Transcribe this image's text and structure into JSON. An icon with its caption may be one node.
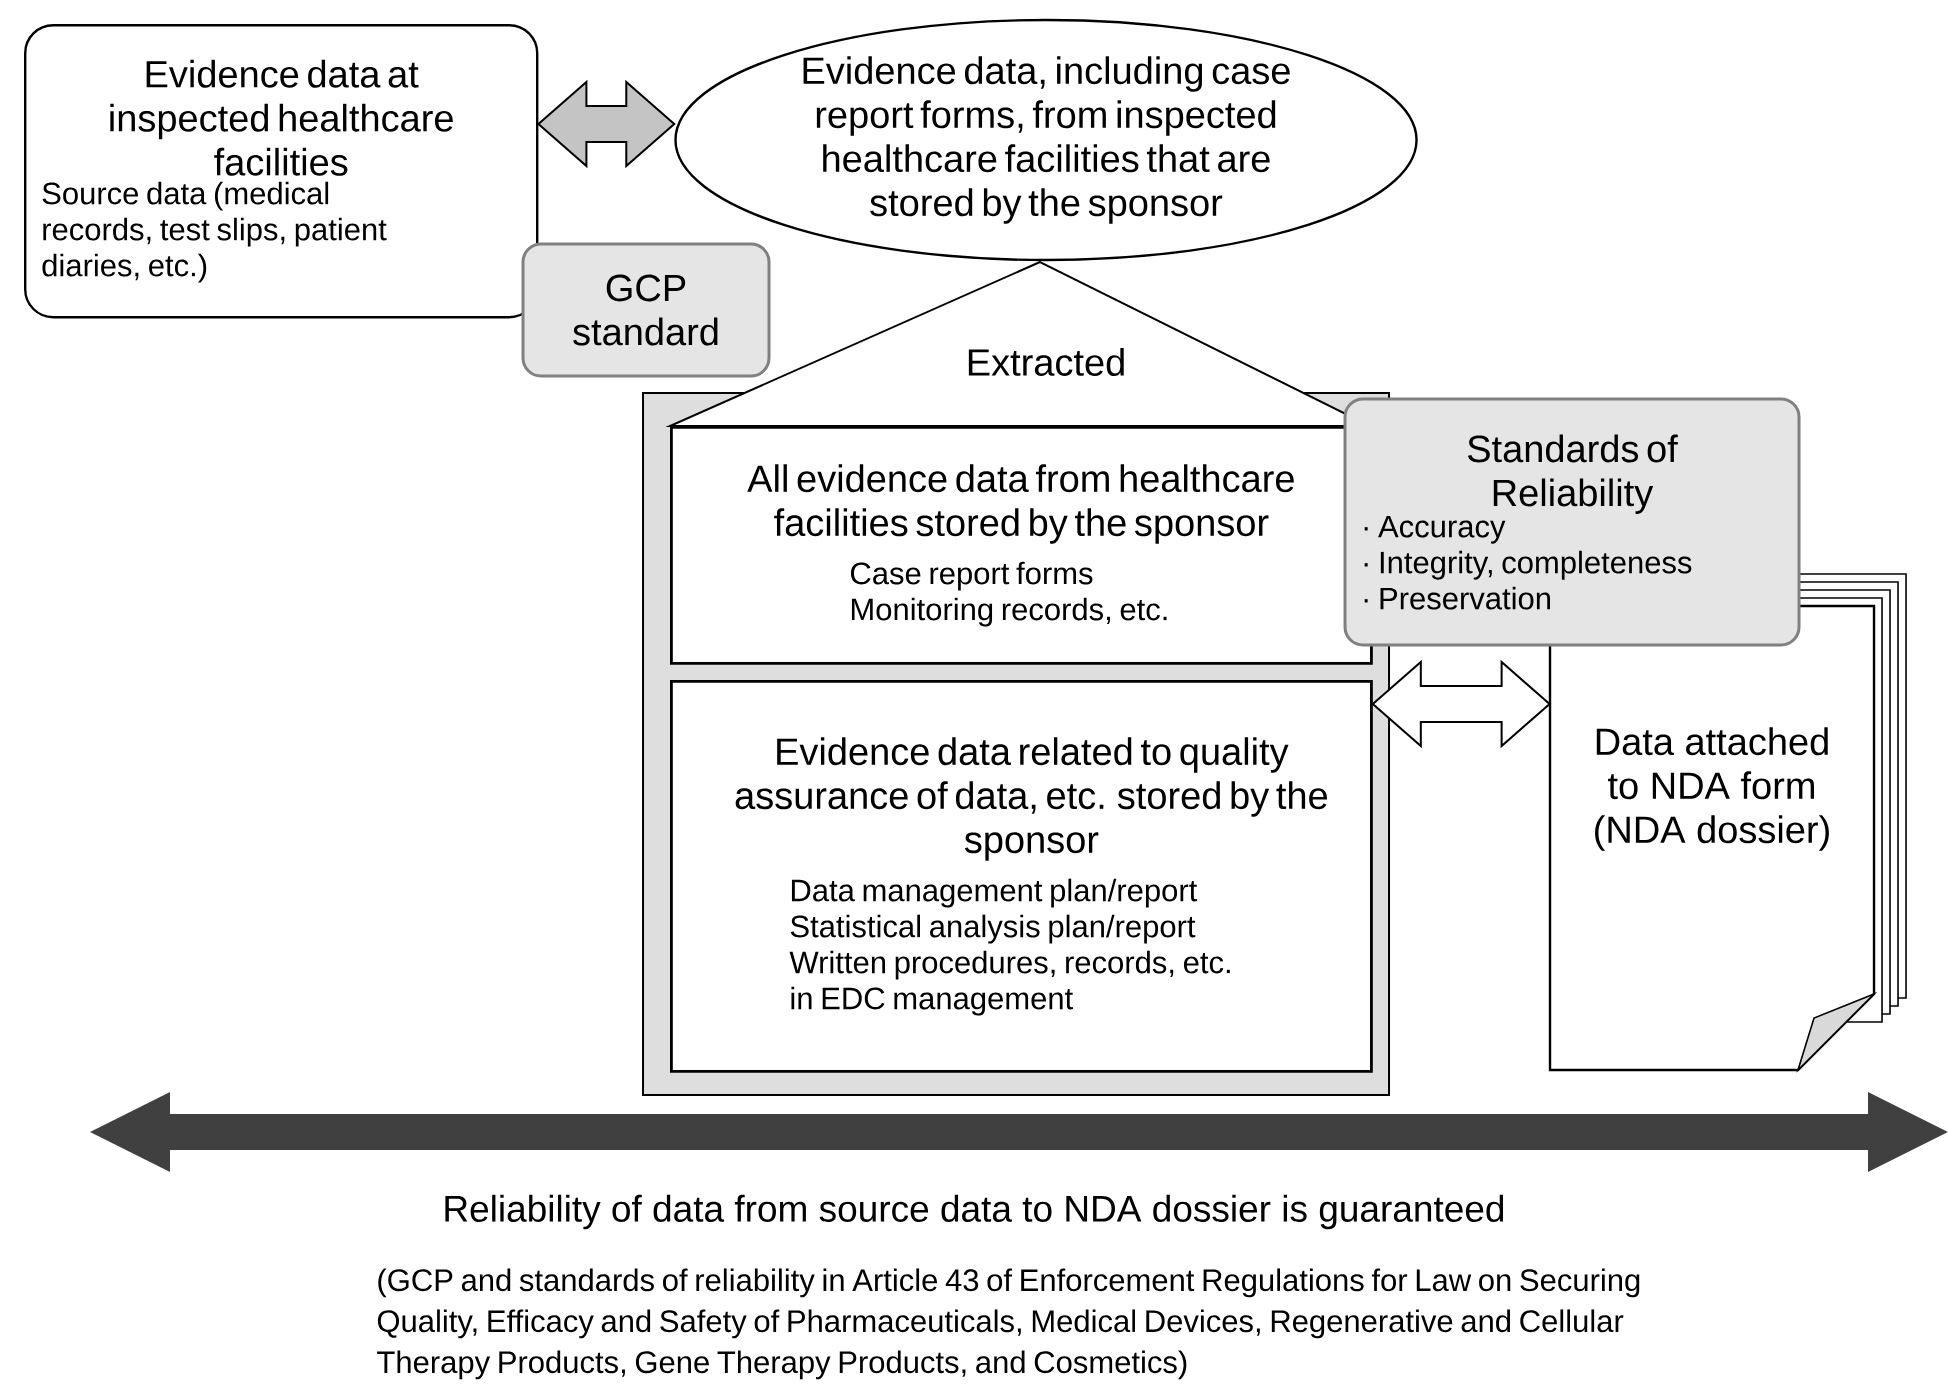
{
  "diagram": {
    "nodes": [
      {
        "text": [
          "Evidence data at inspected healthcare facilities",
          "Source data (medical records, test slips, patient diaries, etc.)"
        ]
      },
      {
        "text": [
          "Evidence data, including case report forms, from inspected healthcare facilities that are stored by the sponsor"
        ]
      },
      {
        "text": [
          "GCP standard"
        ]
      },
      {
        "text": [],
        "shape": "box"
      },
      {
        "text": [
          "All evidence data from healthcare facilities stored by the sponsor",
          "Case report forms Monitoring records, etc."
        ],
        "in": 3
      },
      {
        "text": [
          "Evidence data related to quality assurance of data, etc. stored by the sponsor",
          "Data management plan/report Statistical analysis plan/report Written procedures, records, etc. in EDC management"
        ],
        "in": 3
      },
      {
        "text": [
          "Standards of Reliability",
          "· Accuracy",
          "· Integrity, completeness",
          "· Preservation"
        ]
      },
      {
        "text": [
          "Data attached to NDA form (NDA dossier)"
        ]
      }
    ],
    "edges": [
      {
        "from": 0,
        "to": 1,
        "arrow": "both",
        "color": "#c4c4c4"
      },
      {
        "from": 5,
        "to": 7,
        "arrow": "both"
      }
    ],
    "labels": [
      "Extracted",
      "Reliability of data from source data to NDA dossier is guaranteed",
      "(GCP and standards of reliability in Article 43 of Enforcement Regulations for Law on Securing Quality, Efficacy and Safety of Pharmaceuticals, Medical Devices, Regenerative and Cellular Therapy Products, Gene Therapy Products, and Cosmetics)"
    ]
  }
}
